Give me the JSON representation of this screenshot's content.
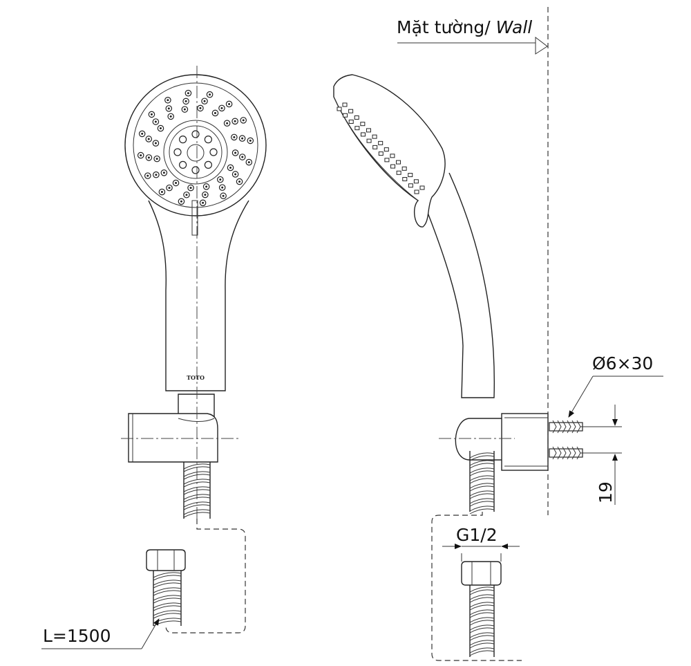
{
  "labels": {
    "wall_vi": "Mặt tường/ ",
    "wall_en": "Wall",
    "anchor": "Ø6×30",
    "spacing": "19",
    "thread": "G1/2",
    "hose_length": "L=1500"
  },
  "logo": "TOTO"
}
